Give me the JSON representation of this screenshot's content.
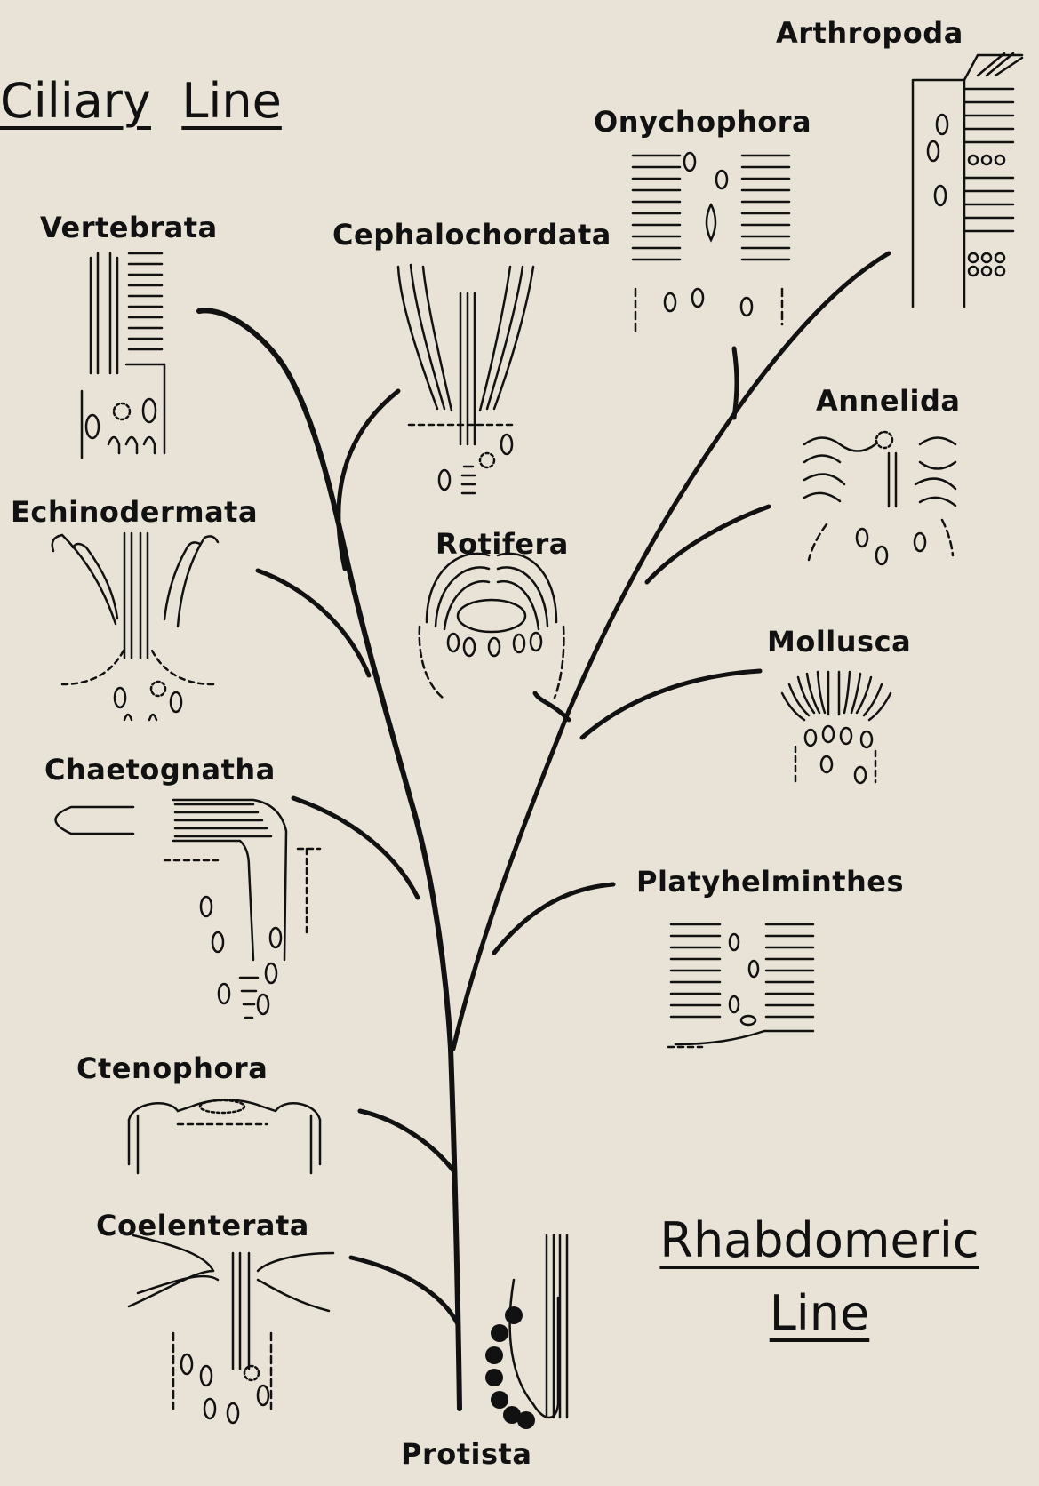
{
  "headings": {
    "ciliary_word1": "Ciliary",
    "ciliary_word2": "Line",
    "rhabdomeric_word1": "Rhabdomeric",
    "rhabdomeric_word2": "Line"
  },
  "taxa": {
    "arthropoda": "Arthropoda",
    "onychophora": "Onychophora",
    "vertebrata": "Vertebrata",
    "cephalochordata": "Cephalochordata",
    "annelida": "Annelida",
    "echinodermata": "Echinodermata",
    "rotifera": "Rotifera",
    "mollusca": "Mollusca",
    "chaetognatha": "Chaetognatha",
    "platyhelminthes": "Platyhelminthes",
    "ctenophora": "Ctenophora",
    "coelenterata": "Coelenterata",
    "protista": "Protista"
  },
  "colors": {
    "background": "#e9e2d6",
    "ink": "#111111"
  }
}
